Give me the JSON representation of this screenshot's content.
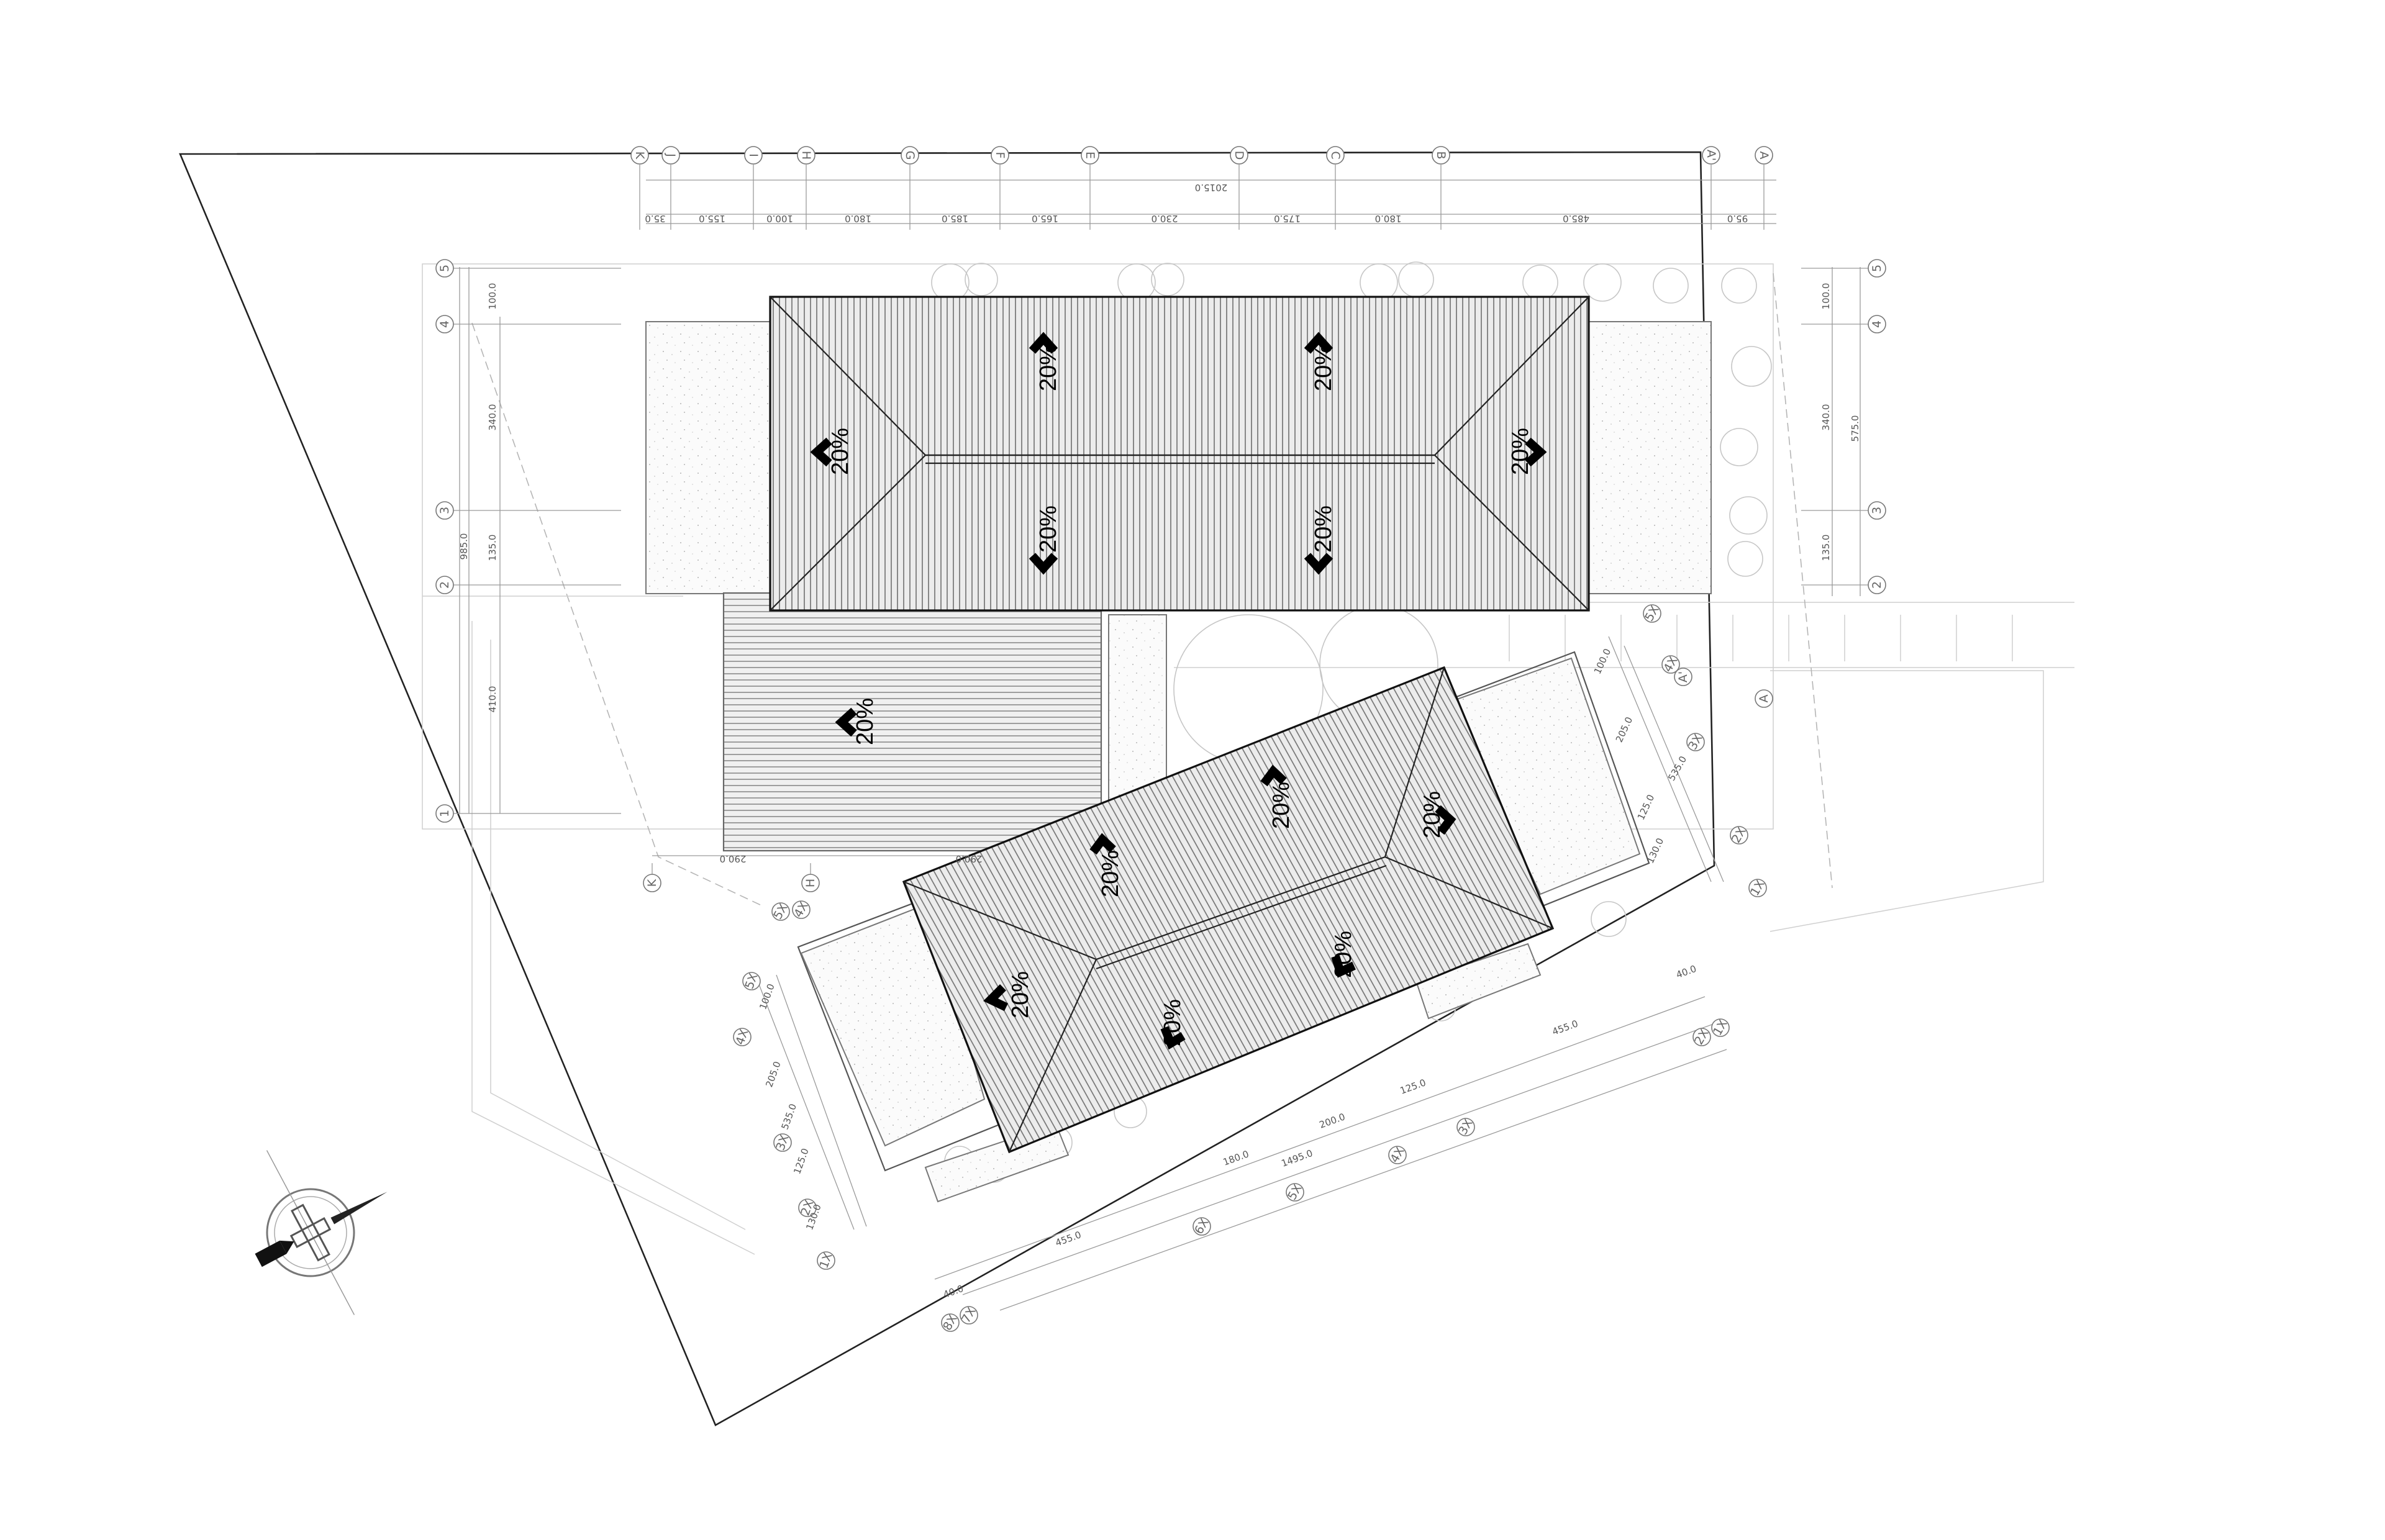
{
  "grid_top": [
    "K",
    "J",
    "I",
    "H",
    "G",
    "F",
    "E",
    "D",
    "C",
    "B",
    "A'",
    "A"
  ],
  "dims_top": [
    "35.0",
    "155.0",
    "100.0",
    "180.0",
    "185.0",
    "165.0",
    "230.0",
    "175.0",
    "180.0",
    "485.0",
    "95.0"
  ],
  "dim_top_total": "2015.0",
  "grid_side": [
    "5",
    "4",
    "3",
    "2",
    "1"
  ],
  "dims_left": [
    "100.0",
    "340.0",
    "135.0",
    "410.0"
  ],
  "dim_left_total": "985.0",
  "dims_right": [
    "100.0",
    "340.0",
    "135.0"
  ],
  "dim_right_total": "575.0",
  "grid_bottom": [
    "K",
    "H"
  ],
  "dims_bottom": [
    "290.0",
    "290.0"
  ],
  "grid_right_extra": [
    "A'",
    "A"
  ],
  "grid_rot_right": [
    "5X",
    "4X",
    "3X",
    "2X",
    "1X"
  ],
  "dims_rot_right": [
    "100.0",
    "205.0",
    "125.0",
    "130.0"
  ],
  "dim_rot_right_total": "535.0",
  "grid_rot_left": [
    "5X",
    "4X",
    "3X",
    "2X",
    "1X"
  ],
  "dims_rot_left": [
    "100.0",
    "205.0",
    "125.0",
    "130.0"
  ],
  "dim_rot_left_total": "535.0",
  "grid_rot_top": [
    "5X",
    "4X"
  ],
  "grid_rot_bottom": [
    "8X",
    "7X",
    "6X",
    "5X",
    "4X",
    "3X",
    "2X",
    "1X"
  ],
  "dims_rot_bottom": [
    "40.0",
    "455.0",
    "180.0",
    "200.0",
    "125.0",
    "455.0",
    "40.0"
  ],
  "dim_rot_bottom_total": "1495.0",
  "slope_label": "20%",
  "roof_main_slopes": [
    "20%",
    "20%",
    "20%",
    "20%",
    "20%",
    "20%"
  ],
  "roof_lower_slopes": [
    "20%"
  ],
  "roof_rot_slopes": [
    "20%",
    "20%",
    "20%",
    "20%",
    "20%",
    "20%"
  ]
}
